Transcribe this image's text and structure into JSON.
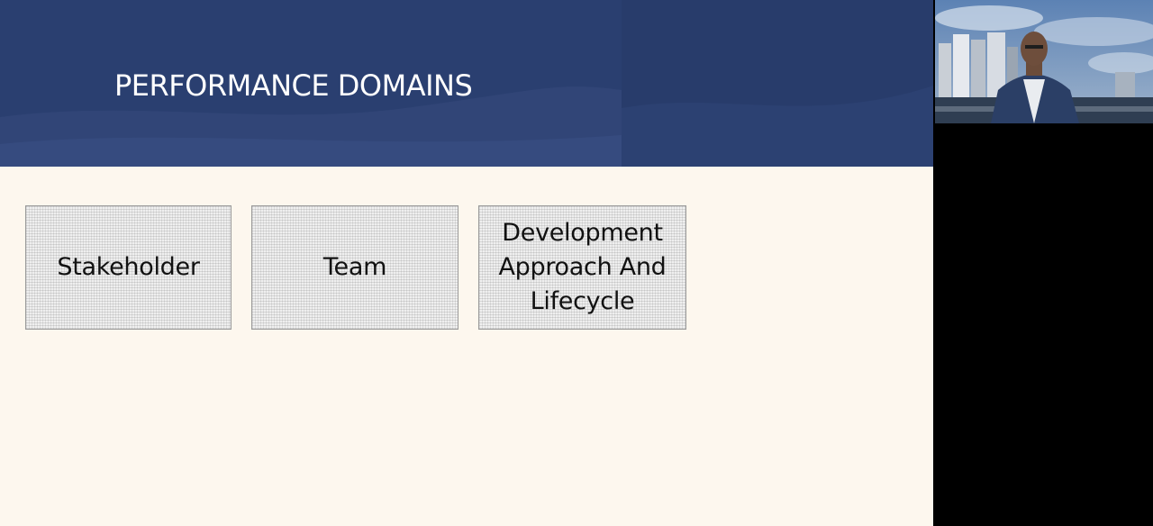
{
  "slide": {
    "title": "PERFORMANCE DOMAINS",
    "domains": [
      {
        "label": "Stakeholder"
      },
      {
        "label": "Team"
      },
      {
        "label": "Development Approach And Lifecycle"
      }
    ]
  },
  "colors": {
    "header_bg": "#2a3f70",
    "slide_bg": "#fdf7ee",
    "title_text": "#ffffff",
    "box_border": "#9a9a9a",
    "box_text": "#111111",
    "side_panel": "#000000"
  },
  "webcam": {
    "content": "presenter video feed with city skyline background"
  }
}
